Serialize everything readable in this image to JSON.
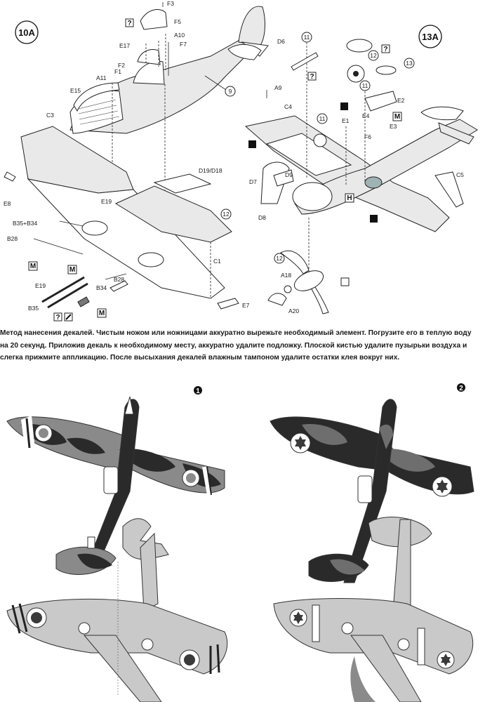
{
  "step_badges": [
    "10A",
    "13A"
  ],
  "labels_left": {
    "F3": "F3",
    "F5": "F5",
    "A10": "A10",
    "F7": "F7",
    "E17": "E17",
    "F2": "F2",
    "F1": "F1",
    "A11": "A11",
    "E15": "E15",
    "D6": "D6",
    "C3": "C3",
    "E8": "E8",
    "E19": "E19",
    "B35_B34": "B35+B34",
    "B28": "B28",
    "D19_D18": "D19/D18",
    "C1": "C1",
    "E19b": "E19",
    "B34": "B34",
    "B28b": "B28",
    "B35": "B35",
    "E7": "E7"
  },
  "labels_right": {
    "A9": "A9",
    "C4": "C4",
    "E2": "E2",
    "E4": "E4",
    "E3": "E3",
    "E1": "E1",
    "F6": "F6",
    "D9": "D9",
    "D7": "D7",
    "D8": "D8",
    "C5": "C5",
    "A18": "A18",
    "A20": "A20"
  },
  "circle_numbers": {
    "n9": "9",
    "n11a": "11",
    "n11b": "11",
    "n11c": "11",
    "n12a": "12",
    "n12b": "12",
    "n12c": "12",
    "n13": "13"
  },
  "box_letters": {
    "M": "M",
    "H": "H",
    "Q": "?"
  },
  "instructions": "Метод нанесения декалей. Чистым ножом или ножницами аккуратно вырежьте необходимый элемент. Погрузите его в теплую воду на 20 секунд. Приложив декаль к необходимому месту,  аккуратно удалите подложку. Плоской кистью удалите пузырьки воздуха и слегка прижмите аппликацию. После высыхания декалей влажным  тампоном удалите остатки клея вокруг них.",
  "schemes": [
    "1",
    "2"
  ],
  "colors": {
    "camo_dark": "#2a2a2a",
    "camo_grey": "#8a8a8a",
    "underside": "#c9c9c9",
    "roundel_white": "#ffffff",
    "roundel_dark": "#3a3a3a"
  }
}
